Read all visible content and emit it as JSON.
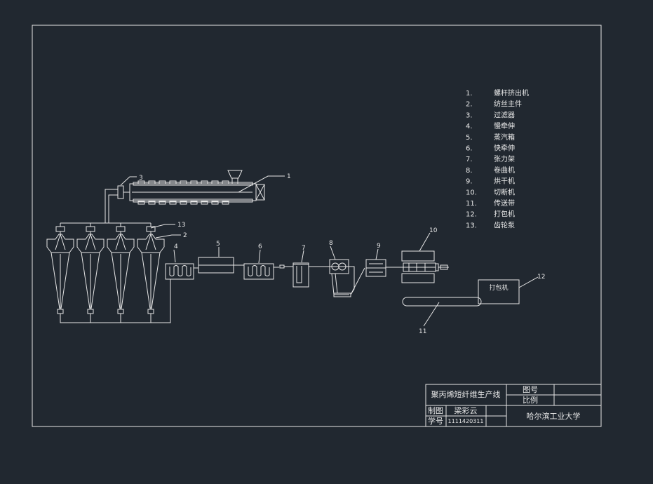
{
  "legend": [
    {
      "num": "1.",
      "name": "螺杆挤出机"
    },
    {
      "num": "2.",
      "name": "纺丝主件"
    },
    {
      "num": "3.",
      "name": "过滤器"
    },
    {
      "num": "4.",
      "name": "慢牵伸"
    },
    {
      "num": "5.",
      "name": "蒸汽箱"
    },
    {
      "num": "6.",
      "name": "快牵伸"
    },
    {
      "num": "7.",
      "name": "张力架"
    },
    {
      "num": "8.",
      "name": "卷曲机"
    },
    {
      "num": "9.",
      "name": "烘干机"
    },
    {
      "num": "10.",
      "name": "切断机"
    },
    {
      "num": "11.",
      "name": "传送带"
    },
    {
      "num": "12.",
      "name": "打包机"
    },
    {
      "num": "13.",
      "name": "齿轮泵"
    }
  ],
  "callouts": {
    "c1": "1",
    "c2": "2",
    "c3": "3",
    "c4": "4",
    "c5": "5",
    "c6": "6",
    "c7": "7",
    "c8": "8",
    "c9": "9",
    "c10": "10",
    "c11": "11",
    "c12": "12",
    "c13": "13"
  },
  "baler_label": "打包机",
  "title_block": {
    "title": "聚丙烯短纤维生产线",
    "drawing_no_label": "图号",
    "scale_label": "比例",
    "drawn_label": "制图",
    "drawn_name": "梁彩云",
    "student_no_label": "学号",
    "student_no": "1111420311",
    "institution": "哈尔滨工业大学"
  }
}
